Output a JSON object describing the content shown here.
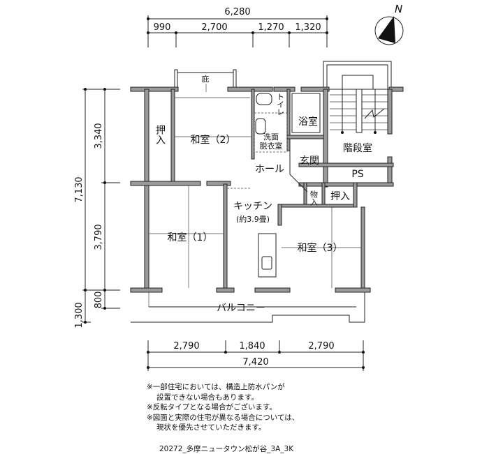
{
  "dimensions": {
    "top_total": "6,280",
    "top_segments": [
      "990",
      "2,700",
      "1,270",
      "1,320"
    ],
    "left_total": "7,130",
    "left_segments": [
      "3,340",
      "3,790",
      "800"
    ],
    "left_balcony": "1,300",
    "bottom_segments": [
      "2,790",
      "1,840",
      "2,790"
    ],
    "bottom_total": "7,420"
  },
  "compass": {
    "label": "N"
  },
  "rooms": {
    "garden": "庇",
    "closet_left": "押入",
    "washitsu2": "和室（2）",
    "toilet": "トイレ",
    "bath": "浴室",
    "washroom_1": "洗面",
    "washroom_2": "脱衣室",
    "stairs": "階段室",
    "entrance": "玄関",
    "hall": "ホール",
    "ps": "PS",
    "storage": "物入",
    "closet_right": "押入",
    "kitchen": "キッチン",
    "kitchen_size": "(約3.9畳)",
    "washitsu1": "和室（1）",
    "washitsu3": "和室（3）",
    "balcony": "バルコニー"
  },
  "notes": [
    "※一部住宅においては、構造上防水パンが",
    "設置できない場合もあります。",
    "※反転タイプとなる場合がございます。",
    "※図面と実際の住宅が異なる場合については、",
    "現状を優先させていただきます。"
  ],
  "footer": "20272_多摩ニュータウン松が谷_3A_3K"
}
